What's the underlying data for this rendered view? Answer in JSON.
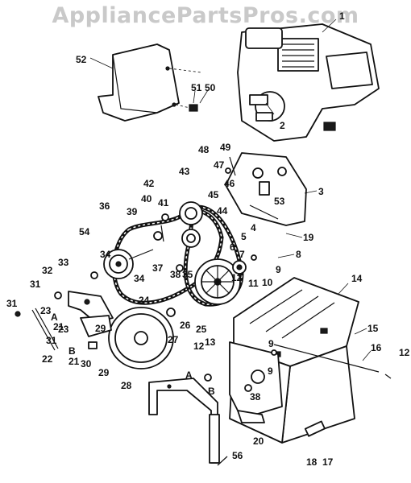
{
  "watermark": "AppliancePartsPros.com",
  "callouts": {
    "n1": "1",
    "n2": "2",
    "n3": "3",
    "n4": "4",
    "n5": "5",
    "n6": "6",
    "n7": "7",
    "n8": "8",
    "n9a": "9",
    "n9b": "9",
    "n9c": "9",
    "n10": "10",
    "n11": "11",
    "n12a": "12",
    "n12b": "12",
    "n12c": "12",
    "n13": "13",
    "n14": "14",
    "n15": "15",
    "n16": "16",
    "n17": "17",
    "n18": "18",
    "n19": "19",
    "n20": "20",
    "n21a": "21",
    "n21b": "21",
    "n22": "22",
    "n23a": "23",
    "n23b": "23",
    "n24": "24",
    "n25": "25",
    "n26": "26",
    "n27": "27",
    "n28": "28",
    "n29a": "29",
    "n29b": "29",
    "n30": "30",
    "n31a": "31",
    "n31b": "31",
    "n31c": "31",
    "n32": "32",
    "n33": "33",
    "n34a": "34",
    "n34b": "34",
    "n35": "35",
    "n36": "36",
    "n37": "37",
    "n38a": "38",
    "n38b": "38",
    "n39": "39",
    "n40": "40",
    "n41": "41",
    "n42": "42",
    "n43": "43",
    "n44": "44",
    "n45": "45",
    "n46": "46",
    "n47": "47",
    "n48": "48",
    "n49": "49",
    "n50": "50",
    "n51": "51",
    "n52": "52",
    "n53": "53",
    "n54": "54",
    "n56": "56",
    "A1": "A",
    "A2": "A",
    "B1": "B",
    "B2": "B"
  }
}
